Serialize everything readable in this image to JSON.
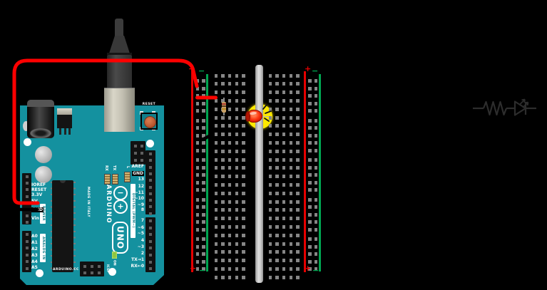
{
  "background": "#000000",
  "arduino": {
    "board_color": "#14919f",
    "brand": "ARDUINO",
    "model": "UNO",
    "made_in": "MADE IN ITALY",
    "site_label": "ARDUINO.CC",
    "reset_label": "RESET",
    "icsp_label": "ICSP",
    "on_label": "ON",
    "logo_minus": "−",
    "logo_plus": "+",
    "group_labels": {
      "power": "POWER",
      "analog": "ANALOG IN",
      "digital": "DIGITAL (PWM~)"
    },
    "indicator_labels": {
      "rx": "RX",
      "tx": "TX",
      "l": "L"
    },
    "power_pins": [
      {
        "label": "IOREF",
        "badge": false
      },
      {
        "label": "RESET",
        "badge": false
      },
      {
        "label": "3.3V",
        "badge": false
      },
      {
        "label": "5V",
        "badge": false
      },
      {
        "label": "GND",
        "badge": true
      },
      {
        "label": "Vin",
        "badge": false
      }
    ],
    "analog_pins": [
      "A0",
      "A1",
      "A2",
      "A3",
      "A4",
      "A5"
    ],
    "digital_pins_upper": [
      {
        "label": "AREF",
        "badge": false
      },
      {
        "label": "GND",
        "badge": true
      },
      {
        "label": "13",
        "badge": false
      },
      {
        "label": "12",
        "badge": false
      },
      {
        "label": "~11",
        "badge": false
      },
      {
        "label": "~10",
        "badge": false
      },
      {
        "label": "~9",
        "badge": false
      },
      {
        "label": "8",
        "badge": false
      }
    ],
    "digital_pins_lower": [
      "7",
      "~6",
      "~5",
      "4",
      "~3",
      "2",
      "TX→1",
      "RX←0"
    ]
  },
  "usb_cable": {
    "cable_color": "#3c3c3c",
    "connector_color": "#c9c6b9"
  },
  "breadboard": {
    "rail_plus": "+",
    "rail_minus": "−",
    "rail_red": "#e60000",
    "rail_green": "#00a651",
    "hole_color": "#868686"
  },
  "wires": [
    {
      "name": "5v-wire",
      "color": "#ff0000",
      "from": "Arduino 5V pin",
      "to": "breadboard + rail"
    },
    {
      "name": "gnd-wire",
      "color": "#000000",
      "from": "Arduino GND pin",
      "to": "breadboard − rail"
    },
    {
      "name": "rail-jumper",
      "color": "#ff0000",
      "from": "breadboard + rail",
      "to": "resistor row"
    }
  ],
  "parts": {
    "led": {
      "kind": "red LED",
      "state": "lit",
      "glow_color": "#ffe900",
      "body_color": "#d21800"
    },
    "resistor": {
      "body_color": "#c9a063",
      "band_colors": [
        "#a8352b",
        "#5f3d1f",
        "#b8891f"
      ]
    }
  },
  "schematic": {
    "symbol": "resistor in series with LED",
    "stroke": "#2d2d2d"
  }
}
